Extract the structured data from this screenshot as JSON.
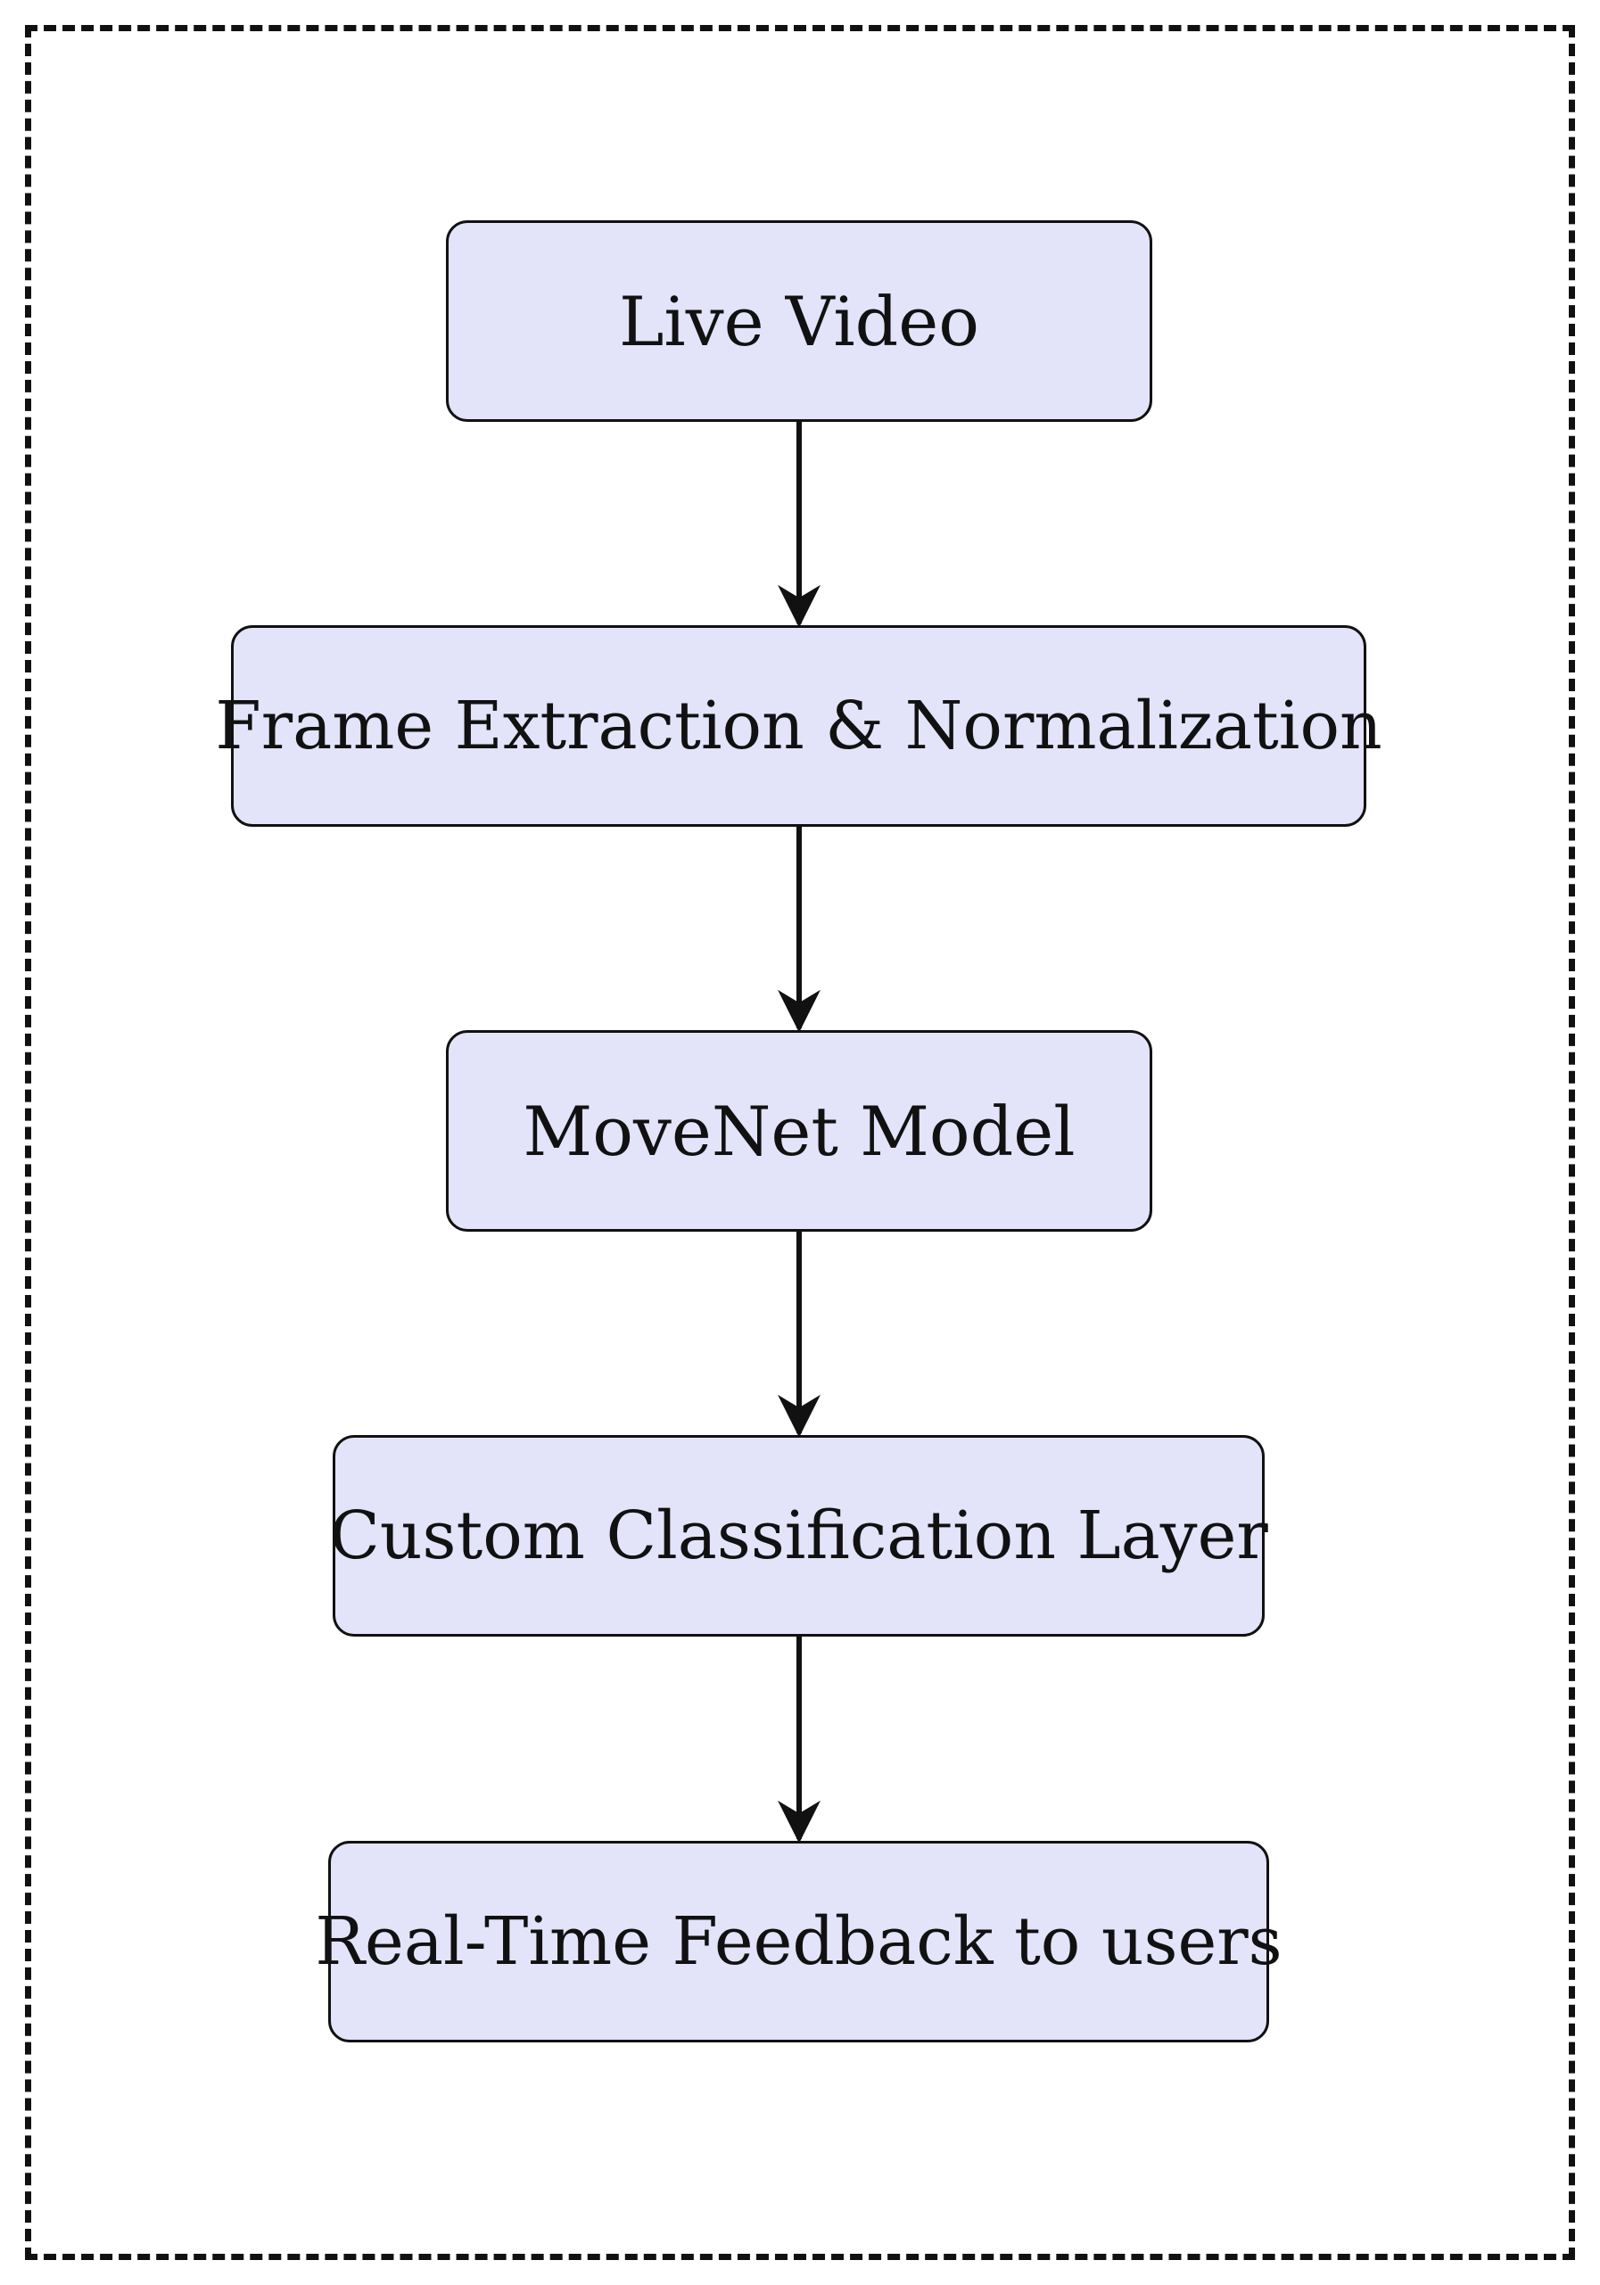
{
  "colors": {
    "node_fill": "#e3e3fa",
    "node_border": "#111111",
    "arrow": "#111111",
    "frame": "#111111"
  },
  "nodes": [
    {
      "id": "live_video",
      "label": "Live Video"
    },
    {
      "id": "frame_extraction",
      "label": "Frame Extraction & Normalization"
    },
    {
      "id": "movenet_model",
      "label": "MoveNet Model"
    },
    {
      "id": "custom_classification",
      "label": "Custom Classification Layer"
    },
    {
      "id": "realtime_feedback",
      "label": "Real-Time Feedback to users"
    }
  ],
  "edges": [
    {
      "from": "live_video",
      "to": "frame_extraction"
    },
    {
      "from": "frame_extraction",
      "to": "movenet_model"
    },
    {
      "from": "movenet_model",
      "to": "custom_classification"
    },
    {
      "from": "custom_classification",
      "to": "realtime_feedback"
    }
  ]
}
